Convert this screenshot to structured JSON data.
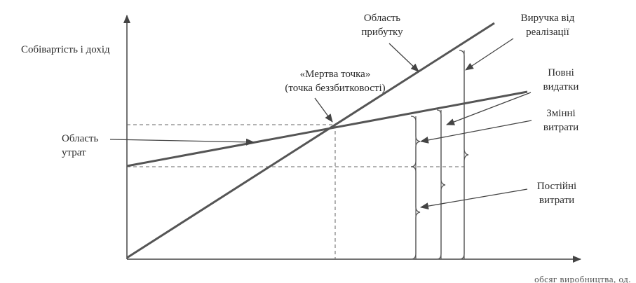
{
  "labels": {
    "y_axis": "Собівартість і дохід",
    "profit_area": [
      "Область",
      "прибутку"
    ],
    "revenue": [
      "Виручка від",
      "реалізації"
    ],
    "break_even": [
      "«Мертва точка»",
      "(точка беззбитковості)"
    ],
    "total_costs": [
      "Повні",
      "видатки"
    ],
    "variable_costs": [
      "Змінні",
      "витрати"
    ],
    "loss_area": [
      "Область",
      "утрат"
    ],
    "fixed_costs": [
      "Постійні",
      "витрати"
    ],
    "footer": "обсяг виробництва, од."
  },
  "colors": {
    "line": "#555555",
    "dash": "#666666",
    "text": "#2b2b2b"
  }
}
